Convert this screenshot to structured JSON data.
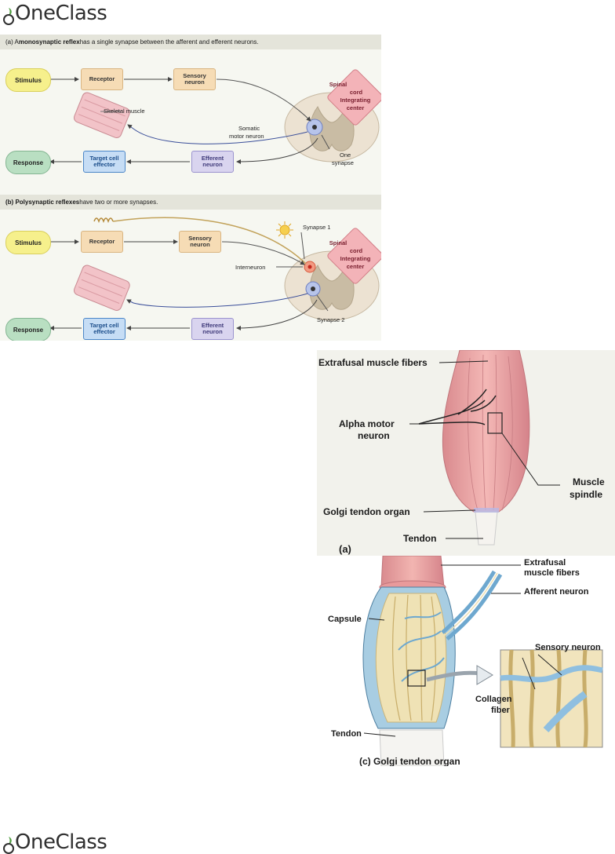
{
  "brand": {
    "name": "OneClass",
    "accent": "#4a9a3a"
  },
  "reflex": {
    "a": {
      "heading_prefix": "(a) A ",
      "heading_bold": "monosynaptic reflex",
      "heading_rest": " has a single synapse between the afferent and efferent neurons.",
      "stimulus": "Stimulus",
      "receptor": "Receptor",
      "sensory_neuron_1": "Sensory",
      "sensory_neuron_2": "neuron",
      "skeletal_muscle": "Skeletal muscle",
      "somatic_1": "Somatic",
      "somatic_2": "motor neuron",
      "spinal_1": "Spinal",
      "spinal_2": "cord",
      "spinal_3": "Integrating",
      "spinal_4": "center",
      "one_synapse_1": "One",
      "one_synapse_2": "synapse",
      "response": "Response",
      "target_1": "Target cell",
      "target_2": "effector",
      "efferent_1": "Efferent",
      "efferent_2": "neuron"
    },
    "b": {
      "heading_bold": "(b) Polysynaptic reflexes",
      "heading_rest": " have two or more synapses.",
      "stimulus": "Stimulus",
      "receptor": "Receptor",
      "sensory_neuron_1": "Sensory",
      "sensory_neuron_2": "neuron",
      "synapse_1": "Synapse 1",
      "interneuron": "Interneuron",
      "spinal_1": "Spinal",
      "spinal_2": "cord",
      "spinal_3": "Integrating",
      "spinal_4": "center",
      "synapse_2": "Synapse 2",
      "response": "Response",
      "target_1": "Target cell",
      "target_2": "effector",
      "efferent_1": "Efferent",
      "efferent_2": "neuron"
    }
  },
  "muscle_fig": {
    "extrafusal": "Extrafusal muscle fibers",
    "alpha_1": "Alpha motor",
    "alpha_2": "neuron",
    "spindle_1": "Muscle",
    "spindle_2": "spindle",
    "golgi": "Golgi tendon organ",
    "tendon": "Tendon",
    "panel_label": "(a)"
  },
  "golgi_fig": {
    "extrafusal_1": "Extrafusal",
    "extrafusal_2": "muscle fibers",
    "afferent": "Afferent neuron",
    "capsule": "Capsule",
    "sensory": "Sensory neuron",
    "collagen_1": "Collagen",
    "collagen_2": "fiber",
    "tendon": "Tendon",
    "caption": "(c) Golgi tendon organ"
  }
}
